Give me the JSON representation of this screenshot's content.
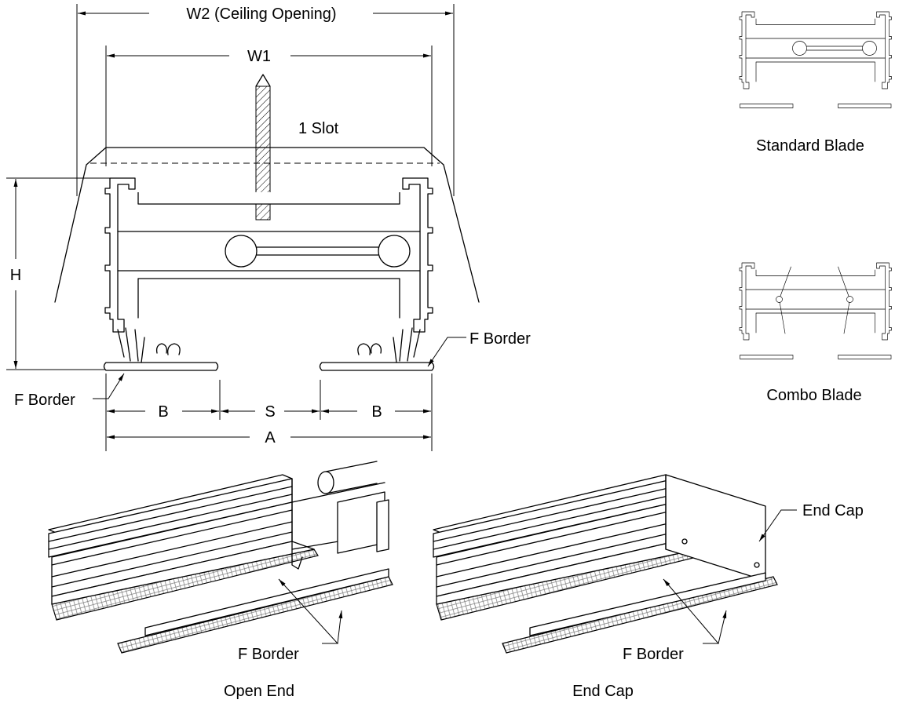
{
  "dimensions": {
    "w2": "W2 (Ceiling Opening)",
    "w1": "W1",
    "h": "H",
    "b_left": "B",
    "s": "S",
    "b_right": "B",
    "a": "A",
    "slot": "1 Slot"
  },
  "callouts": {
    "f_border_left": "F Border",
    "f_border_right": "F Border",
    "f_border_open_end": "F Border",
    "f_border_end_cap": "F Border",
    "end_cap": "End Cap"
  },
  "captions": {
    "standard_blade": "Standard Blade",
    "combo_blade": "Combo Blade",
    "open_end": "Open End",
    "end_cap": "End Cap"
  }
}
